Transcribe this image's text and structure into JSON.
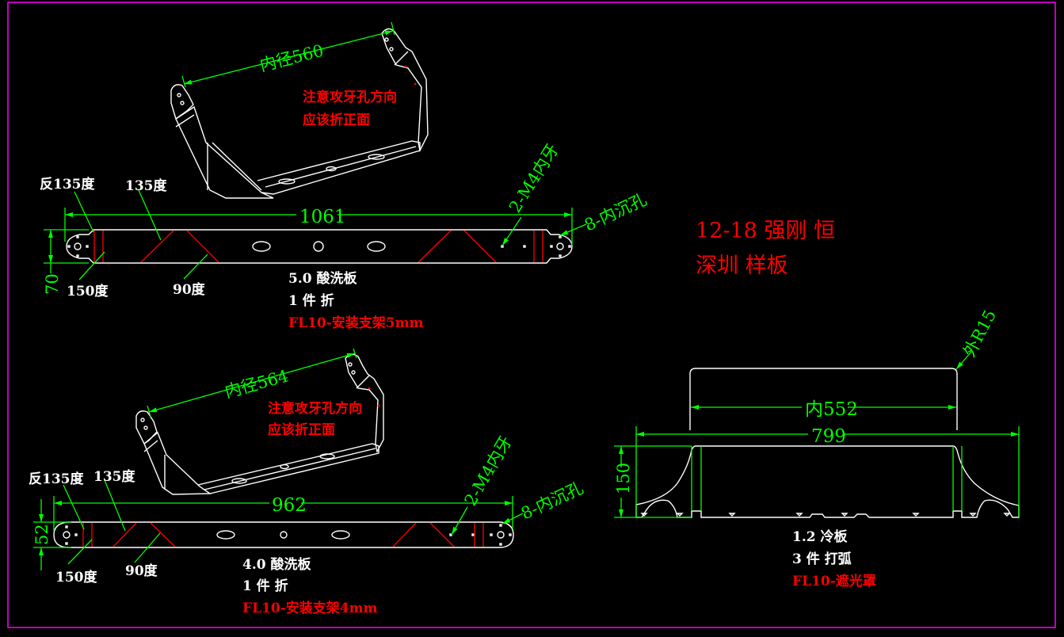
{
  "drawing": {
    "colors": {
      "background": "#000000",
      "frame": "#ff00ff",
      "outline": "#ffffff",
      "dimension": "#00ff00",
      "bend_line": "#ff0000",
      "note": "#ff0000"
    },
    "header_note": {
      "line1": "12-18 强刚 恒",
      "line2": "深圳 样板"
    },
    "part_5mm": {
      "iso_dimension": "内径560",
      "iso_note_line1": "注意攻牙孔方向",
      "iso_note_line2": "应该折正面",
      "length_dimension": "1061",
      "height_dimension": "70",
      "bend_labels": {
        "reverse_135": "反135度",
        "bend_135": "135度",
        "bend_150": "150度",
        "bend_90": "90度"
      },
      "callout_thread": "2-M4内牙",
      "callout_countersink": "8-内沉孔",
      "material": "5.0 酸洗板",
      "quantity": "1 件 折",
      "part_name": "FL10-安装支架5mm"
    },
    "part_4mm": {
      "iso_dimension": "内径564",
      "iso_note_line1": "注意攻牙孔方向",
      "iso_note_line2": "应该折正面",
      "length_dimension": "962",
      "height_dimension": "52",
      "bend_labels": {
        "reverse_135": "反135度",
        "bend_135": "135度",
        "bend_150": "150度",
        "bend_90": "90度"
      },
      "callout_thread": "2-M4内牙",
      "callout_countersink": "8-内沉孔",
      "material": "4.0 酸洗板",
      "quantity": "1 件 折",
      "part_name": "FL10-安装支架4mm"
    },
    "part_shade": {
      "radius_dimension": "外R15",
      "inner_width_dimension": "内552",
      "overall_width_dimension": "799",
      "height_dimension": "150",
      "material": "1.2 冷板",
      "quantity": "3 件 打弧",
      "part_name": "FL10-遮光罩"
    }
  }
}
